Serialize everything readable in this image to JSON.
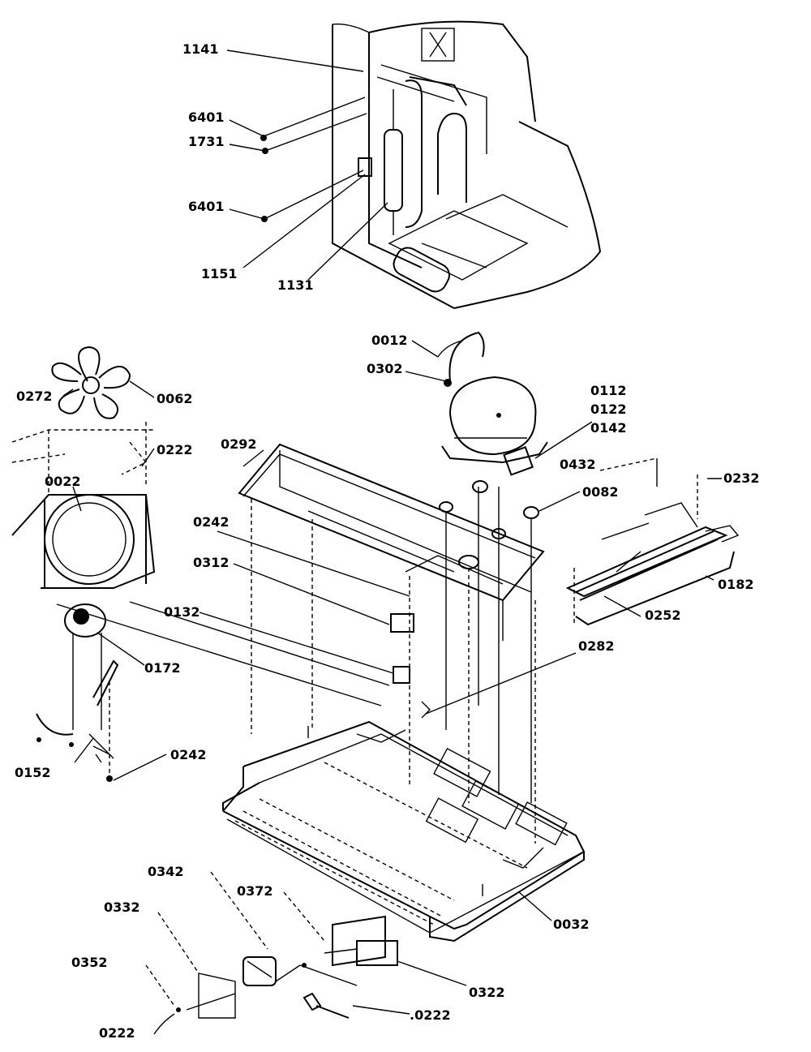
{
  "labels": {
    "p1141": "1141",
    "p6401a": "6401",
    "p1731": "1731",
    "p6401b": "6401",
    "p1151": "1151",
    "p1131": "1131",
    "p0012": "0012",
    "p0302": "0302",
    "p0112": "0112",
    "p0122": "0122",
    "p0142": "0142",
    "p0272": "0272",
    "p0062": "0062",
    "p0292": "0292",
    "p0222a": "0222",
    "p0022": "0022",
    "p0432": "0432",
    "p0232": "0232",
    "p0082": "0082",
    "p0242a": "0242",
    "p0312": "0312",
    "p0182": "0182",
    "p0252": "0252",
    "p0132": "0132",
    "p0282": "0282",
    "p0172": "0172",
    "p0152": "0152",
    "p0242b": "0242",
    "p0342": "0342",
    "p0372": "0372",
    "p0332": "0332",
    "p0032": "0032",
    "p0352": "0352",
    "p0322": "0322",
    "p0222b": ".0222",
    "p0222c": "0222"
  }
}
